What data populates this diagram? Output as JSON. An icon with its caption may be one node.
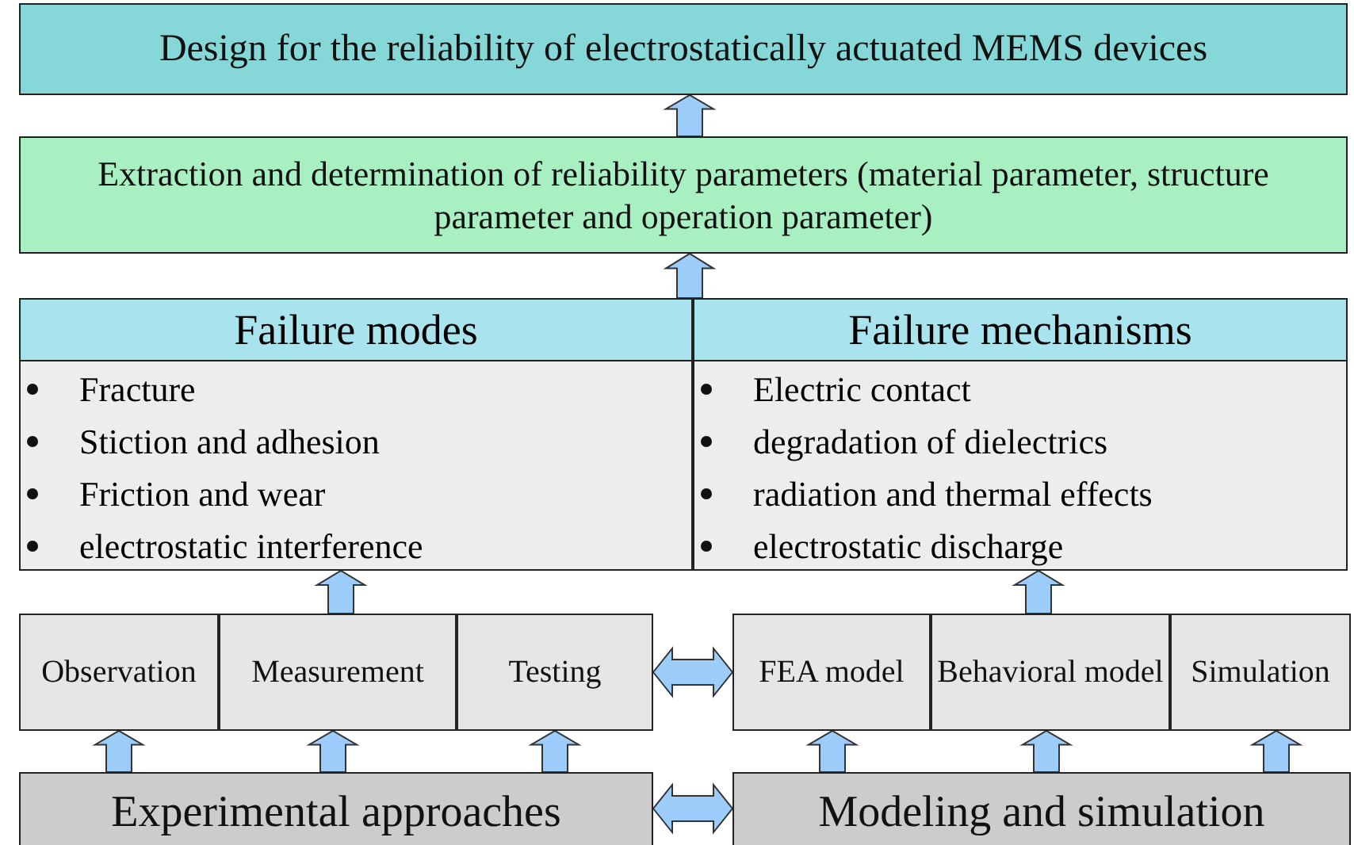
{
  "diagram": {
    "nodes": [
      {
        "text": [
          "Design for the reliability of electrostatically actuated MEMS devices"
        ]
      },
      {
        "text": [
          "Extraction and determination of reliability parameters (material parameter, structure parameter and operation parameter)"
        ]
      },
      {
        "text": [
          "Failure modes",
          "Fracture",
          "Stiction and adhesion",
          "Friction and wear",
          "electrostatic interference"
        ]
      },
      {
        "text": [
          "Failure mechanisms",
          "Electric contact",
          "degradation of dielectrics",
          "radiation and thermal effects",
          "electrostatic discharge"
        ]
      },
      {
        "text": [
          "Observation"
        ]
      },
      {
        "text": [
          "Measurement"
        ]
      },
      {
        "text": [
          "Testing"
        ]
      },
      {
        "text": [
          "FEA model"
        ]
      },
      {
        "text": [
          "Behavioral model"
        ]
      },
      {
        "text": [
          "Simulation"
        ]
      },
      {
        "text": [
          "Experimental approaches"
        ]
      },
      {
        "text": [
          "Modeling and simulation"
        ]
      }
    ],
    "edges": [
      {
        "from": 1,
        "to": 0,
        "arrow": "to"
      },
      {
        "from": 2,
        "to": 1,
        "arrow": "to"
      },
      {
        "from": 3,
        "to": 1,
        "arrow": "to"
      },
      {
        "from": 5,
        "to": 2,
        "arrow": "to"
      },
      {
        "from": 8,
        "to": 3,
        "arrow": "to"
      },
      {
        "from": 10,
        "to": 4,
        "arrow": "to"
      },
      {
        "from": 10,
        "to": 5,
        "arrow": "to"
      },
      {
        "from": 10,
        "to": 6,
        "arrow": "to"
      },
      {
        "from": 11,
        "to": 7,
        "arrow": "to"
      },
      {
        "from": 11,
        "to": 8,
        "arrow": "to"
      },
      {
        "from": 11,
        "to": 9,
        "arrow": "to"
      },
      {
        "from": 6,
        "to": 7,
        "arrow": "both"
      },
      {
        "from": 10,
        "to": 11,
        "arrow": "both"
      }
    ]
  }
}
